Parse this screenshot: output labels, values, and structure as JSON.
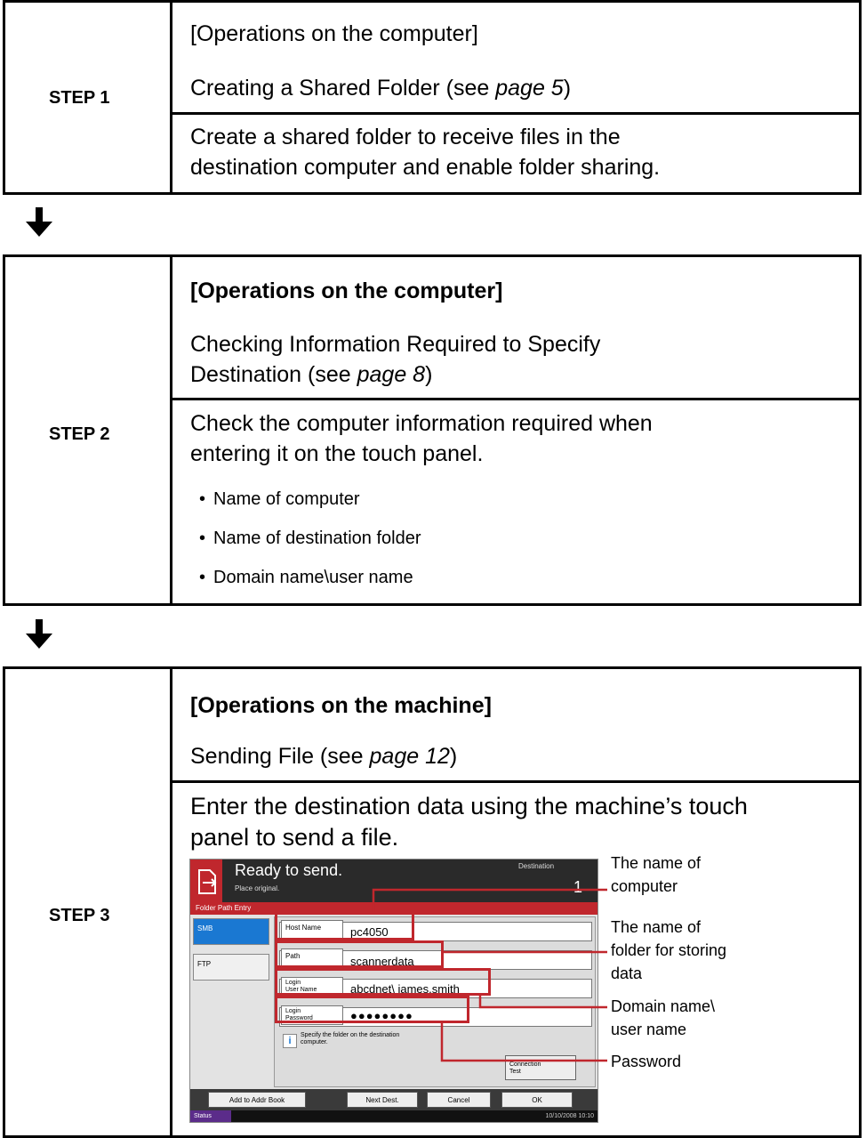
{
  "step1": {
    "label": "STEP 1",
    "header": "[Operations on the computer]",
    "title_prefix": "Creating a Shared Folder (see ",
    "title_page": "page 5",
    "title_suffix": ")",
    "desc_line1": "Create a shared folder to receive files in the",
    "desc_line2": "destination computer and enable folder sharing."
  },
  "step2": {
    "label": "STEP 2",
    "header": "[Operations on the computer]",
    "title_line1": "Checking Information Required to Specify",
    "title_prefix": "Destination (see ",
    "title_page": "page 8",
    "title_suffix": ")",
    "desc_line1": "Check the computer information required when",
    "desc_line2": "entering it on the touch panel.",
    "bullets": [
      "Name of computer",
      "Name of destination folder",
      "Domain name\\user name"
    ]
  },
  "step3": {
    "label": "STEP 3",
    "header": "[Operations on the machine]",
    "title_prefix": "Sending File (see ",
    "title_page": "page 12",
    "title_suffix": ")",
    "desc_line1": "Enter the destination data using the machine’s touch",
    "desc_line2": "panel to send a file."
  },
  "panel": {
    "ready": "Ready to send.",
    "place": "Place original.",
    "destination": "Destination",
    "count": "1",
    "section_title": "Folder Path Entry",
    "tab_smb": "SMB",
    "tab_ftp": "FTP",
    "host_label": "Host Name",
    "host_value": "pc4050",
    "path_label": "Path",
    "path_value": "scannerdata",
    "login_user_label_1": "Login",
    "login_user_label_2": "User Name",
    "login_user_value": "abcdnet\\ james.smith",
    "login_pw_label_1": "Login",
    "login_pw_label_2": "Password",
    "login_pw_value": "●●●●●●●●",
    "info_text_1": "Specify the folder on the destination",
    "info_text_2": "computer.",
    "conn_test_1": "Connection",
    "conn_test_2": "Test",
    "btn_addr": "Add to Addr Book",
    "btn_next": "Next Dest.",
    "btn_cancel": "Cancel",
    "btn_ok": "OK",
    "status": "Status",
    "datetime": "10/10/2008   10:10"
  },
  "callouts": {
    "computer_1": "The name of",
    "computer_2": "computer",
    "folder_1": "The name of",
    "folder_2": "folder for storing",
    "folder_3": "data",
    "domain_1": "Domain name\\",
    "domain_2": "user name",
    "password": "Password"
  }
}
